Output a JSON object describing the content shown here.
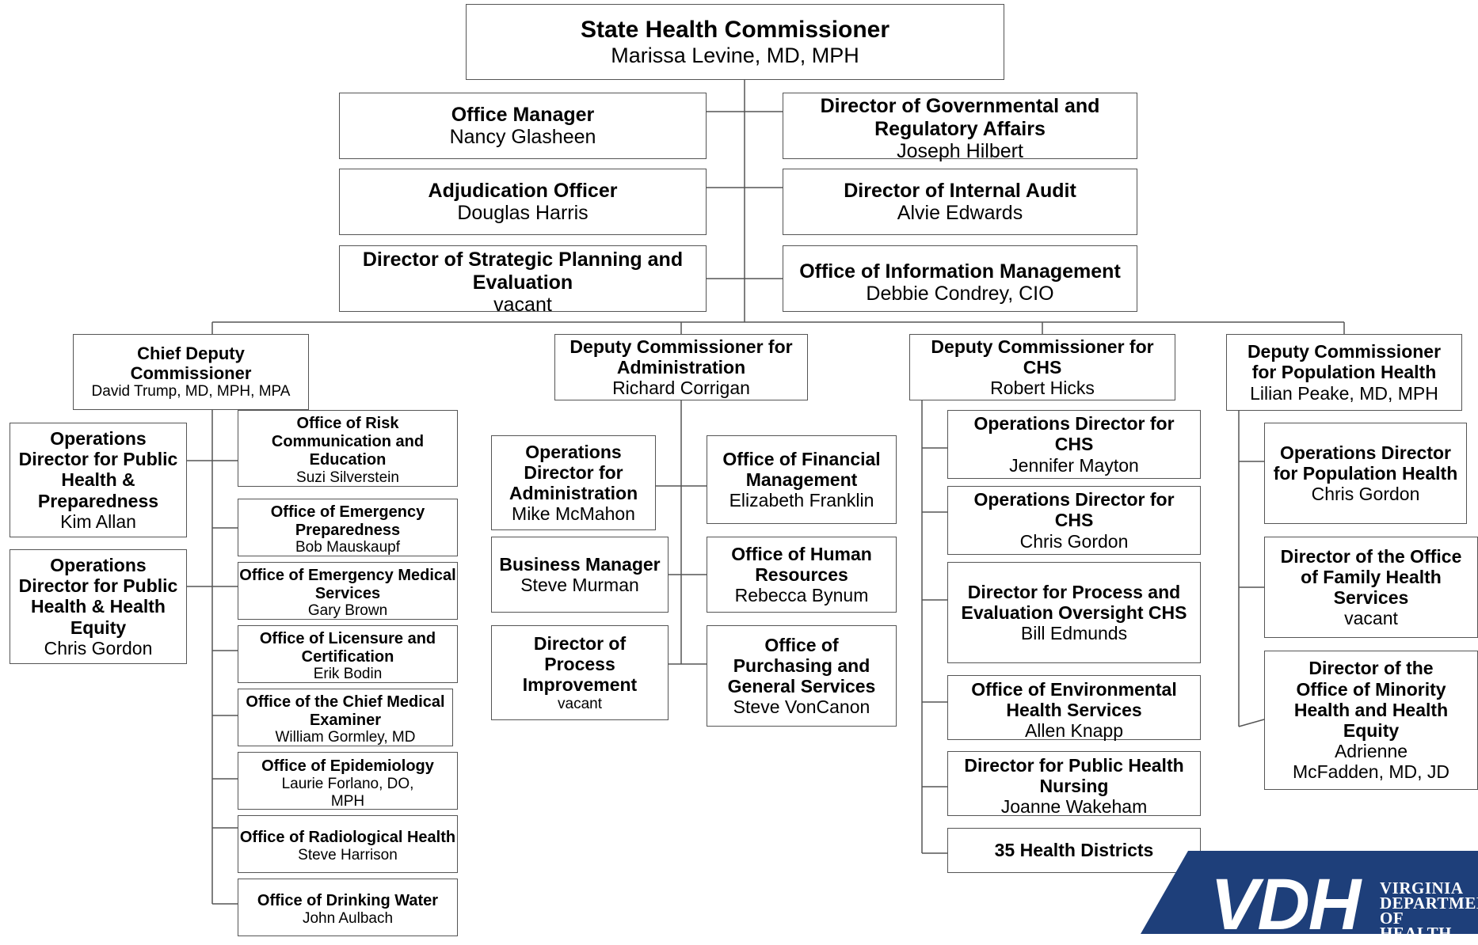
{
  "boxes": {
    "commissioner": {
      "title": "State Health Commissioner",
      "name": "Marissa Levine, MD, MPH"
    },
    "office_manager": {
      "title": "Office Manager",
      "name": "Nancy Glasheen"
    },
    "gov_affairs": {
      "title": "Director of Governmental and Regulatory Affairs",
      "name": "Joseph Hilbert"
    },
    "adjudication": {
      "title": "Adjudication Officer",
      "name": "Douglas Harris"
    },
    "internal_audit": {
      "title": "Director of Internal Audit",
      "name": "Alvie Edwards"
    },
    "strategic_planning": {
      "title": "Director of Strategic Planning and Evaluation",
      "name": "vacant"
    },
    "info_mgmt": {
      "title": "Office of Information Management",
      "name": "Debbie Condrey, CIO"
    },
    "chief_deputy": {
      "title": "Chief Deputy Commissioner",
      "name": "David Trump, MD, MPH, MPA"
    },
    "deputy_admin": {
      "title": "Deputy Commissioner for Administration",
      "name": "Richard Corrigan"
    },
    "deputy_chs": {
      "title": "Deputy Commissioner for CHS",
      "name": "Robert Hicks"
    },
    "deputy_pop": {
      "title": "Deputy Commissioner for Population Health",
      "name": "Lilian Peake, MD, MPH"
    },
    "ops_php": {
      "title": "Operations Director for Public Health & Preparedness",
      "name": "Kim Allan"
    },
    "ops_phe": {
      "title": "Operations Director for Public Health & Health Equity",
      "name": "Chris Gordon"
    },
    "risk_comm": {
      "title": "Office of Risk Communication and Education",
      "name": "Suzi Silverstein"
    },
    "emerg_prep": {
      "title": "Office of Emergency Preparedness",
      "name": "Bob Mauskaupf"
    },
    "ems": {
      "title": "Office of Emergency Medical Services",
      "name": "Gary Brown"
    },
    "licensure": {
      "title": "Office of Licensure and Certification",
      "name": "Erik Bodin"
    },
    "med_examiner": {
      "title": "Office of the Chief Medical Examiner",
      "name": "William Gormley, MD"
    },
    "epidemiology": {
      "title": "Office of Epidemiology",
      "name": "Laurie Forlano, DO, MPH"
    },
    "radiological": {
      "title": "Office of Radiological Health",
      "name": "Steve Harrison"
    },
    "drinking_water": {
      "title": "Office of Drinking Water",
      "name": "John Aulbach"
    },
    "ops_admin": {
      "title": "Operations Director for Administration",
      "name": "Mike McMahon"
    },
    "business_mgr": {
      "title": "Business Manager",
      "name": "Steve Murman"
    },
    "process_improve": {
      "title": "Director of Process Improvement",
      "name": "vacant"
    },
    "financial": {
      "title": "Office of Financial Management",
      "name": "Elizabeth Franklin"
    },
    "human_res": {
      "title": "Office of Human Resources",
      "name": "Rebecca Bynum"
    },
    "purchasing": {
      "title": "Office of Purchasing and General Services",
      "name": "Steve VonCanon"
    },
    "ops_chs_1": {
      "title": "Operations Director for CHS",
      "name": "Jennifer Mayton"
    },
    "ops_chs_2": {
      "title": "Operations Director for CHS",
      "name": "Chris Gordon"
    },
    "process_eval": {
      "title": "Director for Process and Evaluation Oversight CHS",
      "name": "Bill Edmunds"
    },
    "env_health": {
      "title": "Office of Environmental Health Services",
      "name": "Allen Knapp"
    },
    "ph_nursing": {
      "title": "Director for Public Health Nursing",
      "name": "Joanne Wakeham"
    },
    "health_districts": {
      "title": "35 Health Districts",
      "name": ""
    },
    "ops_pop": {
      "title": "Operations Director for  Population Health",
      "name": "Chris Gordon"
    },
    "family_health": {
      "title": "Director of the Office of Family Health Services",
      "name": "vacant"
    },
    "minority_health": {
      "title": "Director of the Office of Minority Health and Health Equity",
      "name": "Adrienne McFadden, MD, JD"
    }
  },
  "logo": {
    "mark": "VDH",
    "line1": "VIRGINIA",
    "line2": "DEPARTMENT",
    "line3": "OF HEALTH",
    "color": "#1e3f7a"
  },
  "colors": {
    "line": "#555555",
    "border": "#555555"
  }
}
